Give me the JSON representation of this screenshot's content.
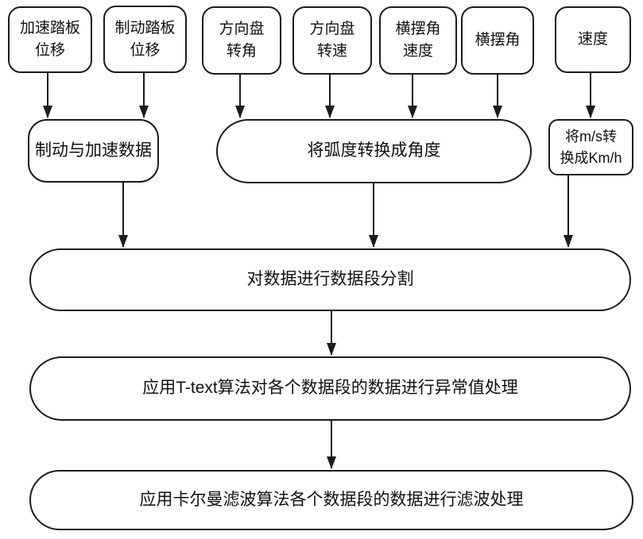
{
  "diagram": {
    "type": "flowchart",
    "colors": {
      "background": "#ffffff",
      "stroke": "#1c1c1c",
      "text": "#111111"
    }
  },
  "nodes": {
    "accel_pedal": {
      "label": "加速踏板\n位移"
    },
    "brake_pedal": {
      "label": "制动踏板\n位移"
    },
    "steer_angle": {
      "label": "方向盘\n转角"
    },
    "steer_rate": {
      "label": "方向盘\n转速"
    },
    "yaw_rate": {
      "label": "横摆角\n速度"
    },
    "yaw_angle": {
      "label": "横摆角"
    },
    "speed": {
      "label": "速度"
    },
    "brake_accel_data": {
      "label": "制动与加速数据"
    },
    "radian_convert": {
      "label": "将弧度转换成角度"
    },
    "ms_convert": {
      "label": "将m/s转\n换成Km/h"
    },
    "segment": {
      "label": "对数据进行数据段分割"
    },
    "ttext": {
      "label": "应用T-text算法对各个数据段的数据进行异常值处理"
    },
    "kalman": {
      "label": "应用卡尔曼滤波算法各个数据段的数据进行滤波处理"
    }
  },
  "edges": [
    {
      "from": "accel_pedal",
      "to": "brake_accel_data"
    },
    {
      "from": "brake_pedal",
      "to": "brake_accel_data"
    },
    {
      "from": "steer_angle",
      "to": "radian_convert"
    },
    {
      "from": "steer_rate",
      "to": "radian_convert"
    },
    {
      "from": "yaw_rate",
      "to": "radian_convert"
    },
    {
      "from": "yaw_angle",
      "to": "radian_convert"
    },
    {
      "from": "speed",
      "to": "ms_convert"
    },
    {
      "from": "brake_accel_data",
      "to": "segment"
    },
    {
      "from": "radian_convert",
      "to": "segment"
    },
    {
      "from": "ms_convert",
      "to": "segment"
    },
    {
      "from": "segment",
      "to": "ttext"
    },
    {
      "from": "ttext",
      "to": "kalman"
    }
  ]
}
